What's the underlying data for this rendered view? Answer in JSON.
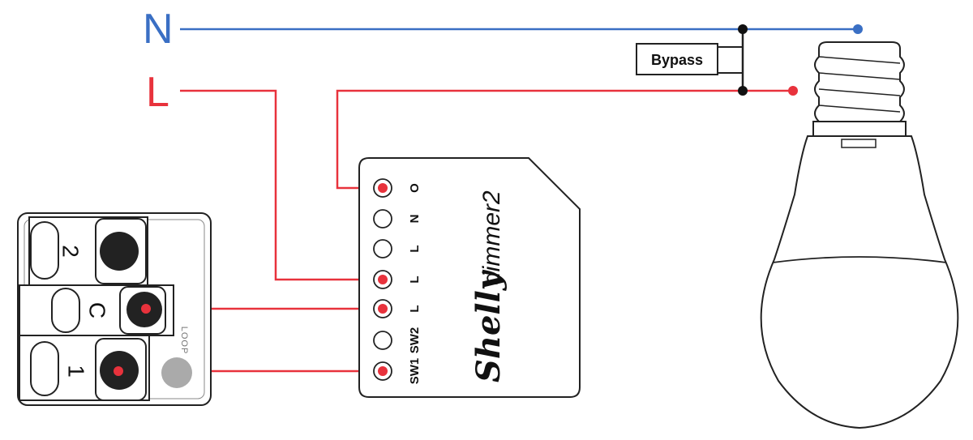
{
  "lines": {
    "neutral": {
      "label": "N",
      "color": "#3a6fc4"
    },
    "live": {
      "label": "L",
      "color": "#e8323c"
    }
  },
  "bypass": {
    "label": "Bypass"
  },
  "device": {
    "brand": "Shelly",
    "model": "dimmer2",
    "terminals": [
      "O",
      "N",
      "L",
      "L",
      "L",
      "SW2",
      "SW1"
    ]
  },
  "switch": {
    "labels": [
      "2",
      "C",
      "1"
    ],
    "loop_label": "LOOP"
  },
  "colors": {
    "outline": "#222222",
    "loop_dot": "#aaaaaa",
    "junction": "#111111"
  }
}
